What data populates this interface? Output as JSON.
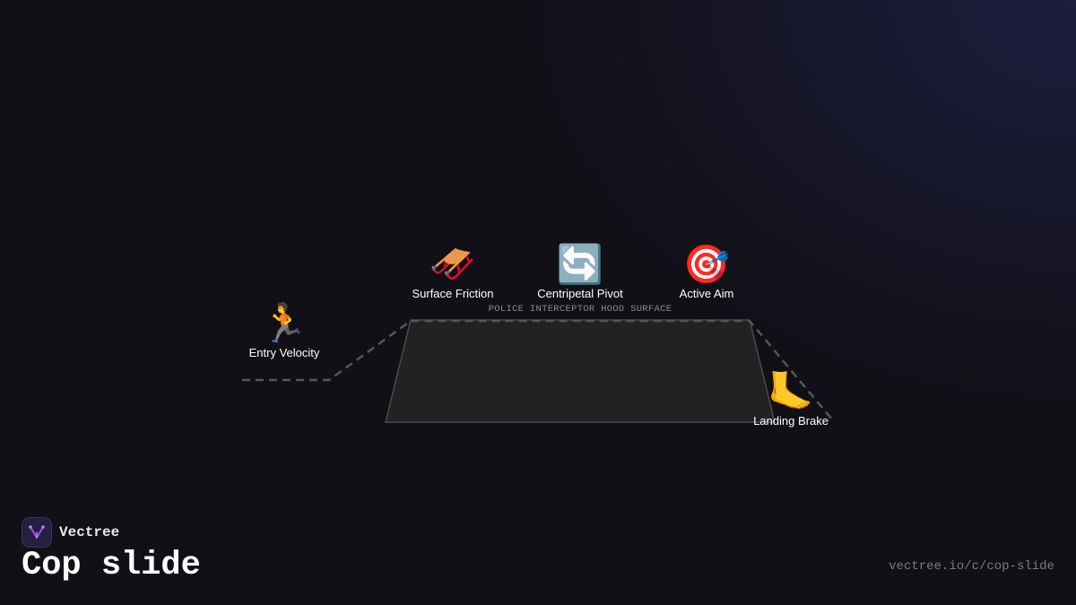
{
  "diagram": {
    "surface_label": "POLICE INTERCEPTOR HOOD SURFACE",
    "nodes": [
      {
        "id": "entry",
        "label": "Entry Velocity",
        "icon": "running-person-icon",
        "glyph": "🏃"
      },
      {
        "id": "friction",
        "label": "Surface Friction",
        "icon": "sled-icon",
        "glyph": "🛷"
      },
      {
        "id": "pivot",
        "label": "Centripetal Pivot",
        "icon": "rotate-arrows-icon",
        "glyph": "🔄"
      },
      {
        "id": "aim",
        "label": "Active Aim",
        "icon": "target-icon",
        "glyph": "🎯"
      },
      {
        "id": "brake",
        "label": "Landing Brake",
        "icon": "foot-icon",
        "glyph": "🦶"
      }
    ],
    "colors": {
      "path": "#55555c",
      "surface_fill": "#222222",
      "surface_stroke": "#4a4a50",
      "logo_accent": "#a855f7"
    }
  },
  "footer": {
    "brand": "Vectree",
    "title": "Cop slide",
    "url": "vectree.io/c/cop-slide"
  }
}
